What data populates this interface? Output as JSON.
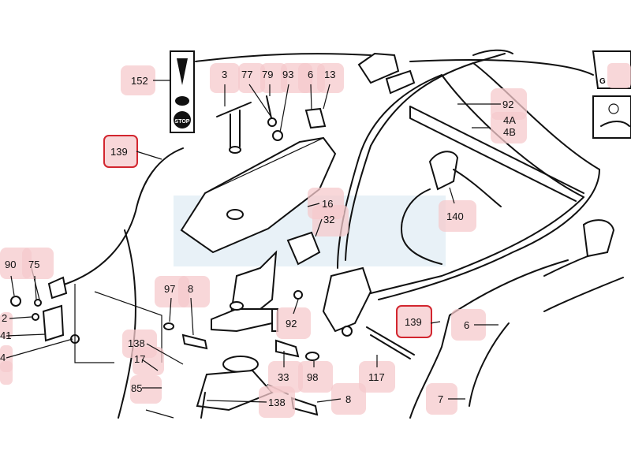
{
  "diagram": {
    "stop_label": "STOP",
    "side_letter": "G",
    "callouts": {
      "c152": "152",
      "c3": "3",
      "c77": "77",
      "c79": "79",
      "c93": "93",
      "c6a": "6",
      "c13": "13",
      "c92a": "92",
      "c4a": "4A",
      "c4b": "4B",
      "c139a": "139",
      "c16": "16",
      "c32": "32",
      "c140": "140",
      "c90": "90",
      "c75": "75",
      "c2": "2",
      "c41": "41",
      "c4": "4",
      "c97": "97",
      "c8a": "8",
      "c92b": "92",
      "c139b": "139",
      "c6b": "6",
      "c138a": "138",
      "c17": "17",
      "c85": "85",
      "c33": "33",
      "c98": "98",
      "c117": "117",
      "c138b": "138",
      "c8b": "8",
      "c7": "7"
    }
  }
}
